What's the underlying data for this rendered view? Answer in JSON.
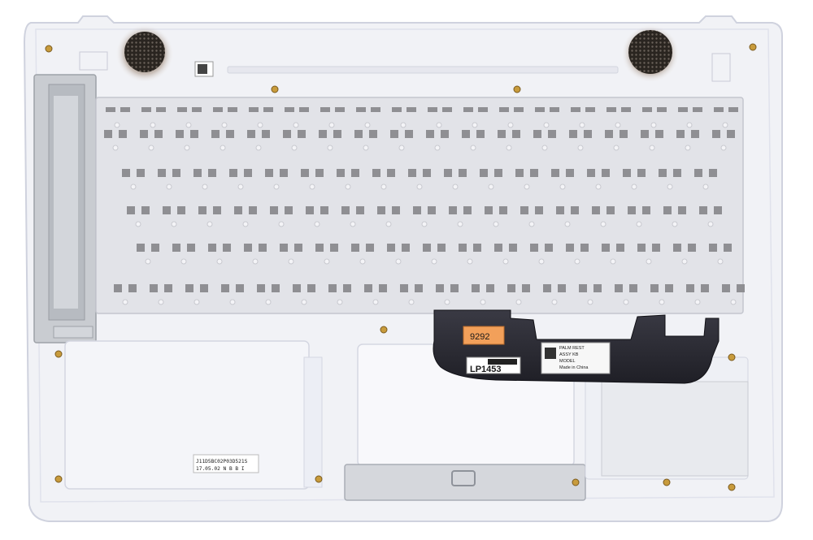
{
  "photo": {
    "subject": "laptop-palmrest-top-case-with-keyboard",
    "colors": {
      "background": "#ffffff",
      "case_plastic": "#f1f2f6",
      "case_shadow": "#d9dbe6",
      "keyboard_plate": "#e2e3e8",
      "key_hole": "#8f8f93",
      "ribbon_cable": "#2b2b33",
      "metal_bracket": "#c9ccd1",
      "speaker_grille": "#3a3530",
      "label_orange": "#f2a05a"
    }
  },
  "labels": {
    "cable_tag": "LP1453",
    "cable_sticker_lines": [
      "PALM REST",
      "ASSY KB",
      "MODEL",
      "Made in China"
    ],
    "bottom_sticker_line1": "J11D5BC02P03D521S",
    "bottom_sticker_line2": "17.05.02 N B B I",
    "orange_sticker": "9292"
  }
}
